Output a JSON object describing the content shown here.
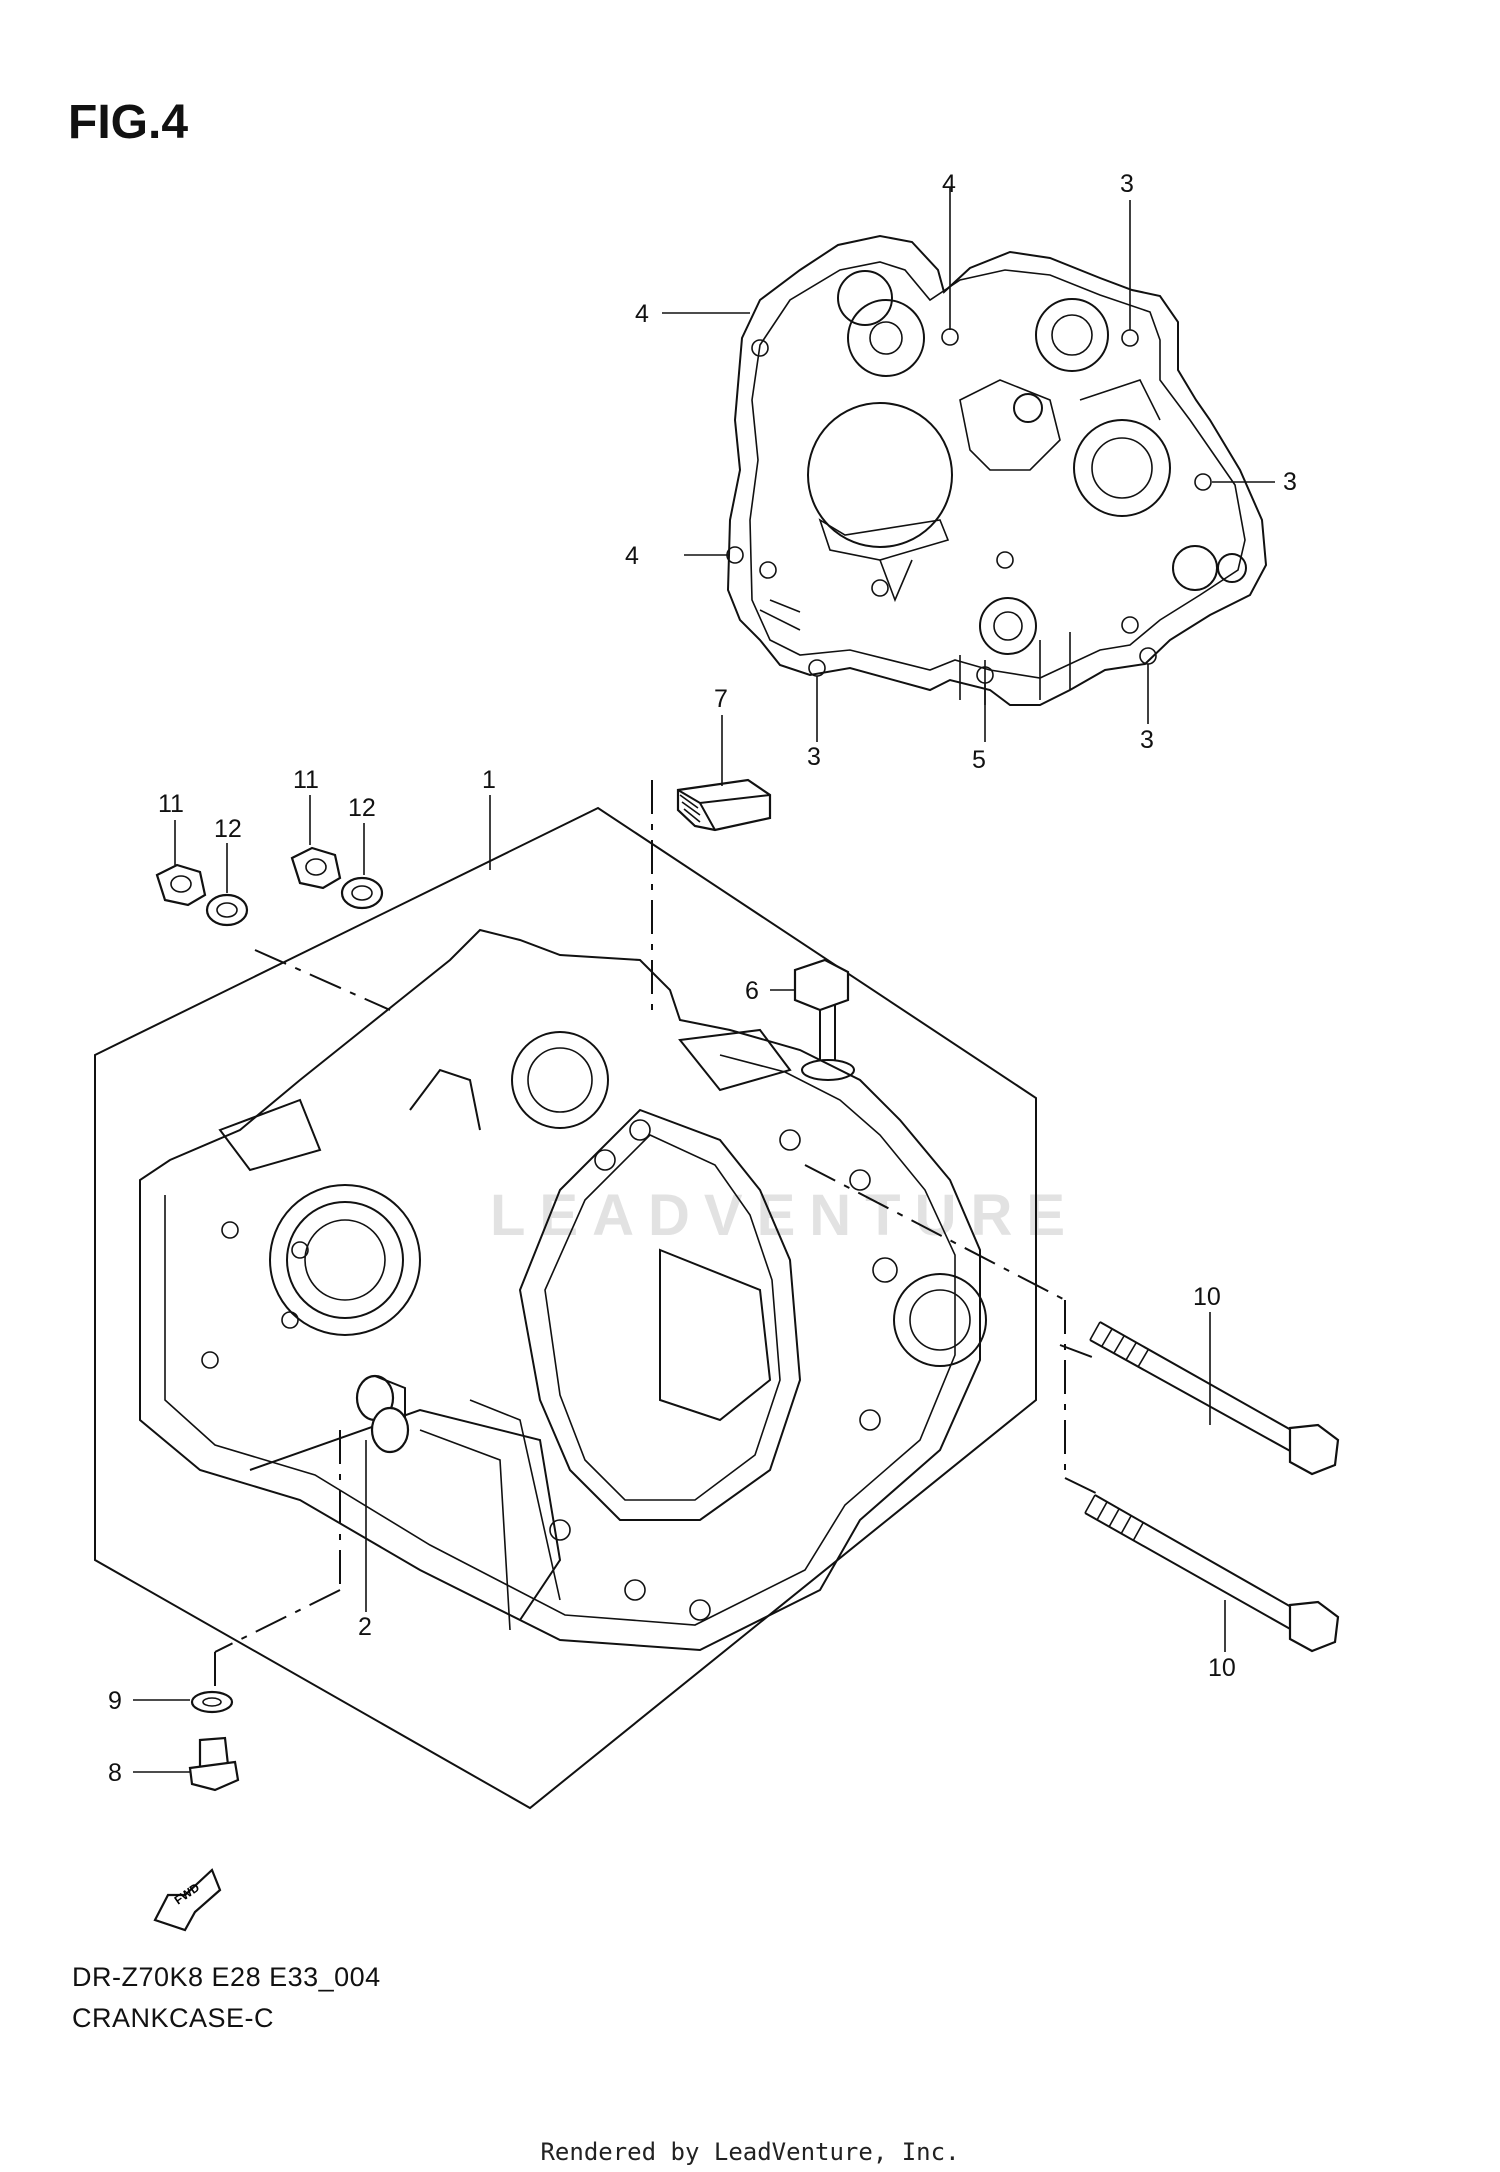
{
  "figure": {
    "title": "FIG.4",
    "code": "DR-Z70K8 E28 E33_004",
    "name": "CRANKCASE-C",
    "rendered_by": "Rendered by LeadVenture, Inc.",
    "watermark": "LEADVENTURE"
  },
  "callouts": [
    {
      "id": "c1",
      "label": "1"
    },
    {
      "id": "c2",
      "label": "2"
    },
    {
      "id": "c3a",
      "label": "3"
    },
    {
      "id": "c3b",
      "label": "3"
    },
    {
      "id": "c3c",
      "label": "3"
    },
    {
      "id": "c3d",
      "label": "3"
    },
    {
      "id": "c4a",
      "label": "4"
    },
    {
      "id": "c4b",
      "label": "4"
    },
    {
      "id": "c4c",
      "label": "4"
    },
    {
      "id": "c5",
      "label": "5"
    },
    {
      "id": "c6",
      "label": "6"
    },
    {
      "id": "c7",
      "label": "7"
    },
    {
      "id": "c8",
      "label": "8"
    },
    {
      "id": "c9",
      "label": "9"
    },
    {
      "id": "c10a",
      "label": "10"
    },
    {
      "id": "c10b",
      "label": "10"
    },
    {
      "id": "c11a",
      "label": "11"
    },
    {
      "id": "c11b",
      "label": "11"
    },
    {
      "id": "c12a",
      "label": "12"
    },
    {
      "id": "c12b",
      "label": "12"
    }
  ],
  "fwd_arrow": {
    "label": "FWD"
  }
}
